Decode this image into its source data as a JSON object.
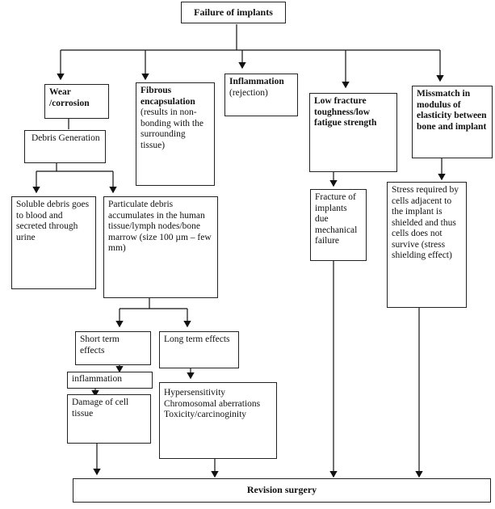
{
  "nodes": {
    "root": "Failure of implants",
    "wear": "Wear /corrosion",
    "fibrous_title": "Fibrous encapsulation",
    "fibrous_desc": "(results in non-bonding with the surrounding tissue)",
    "inflammation_title": "Inflammation",
    "inflammation_desc": "(rejection)",
    "fracture_title": "Low fracture toughness/low fatigue strength",
    "mismatch_title": "Missmatch in modulus of elasticity between bone and implant",
    "debris": "Debris Generation",
    "soluble": "Soluble debris goes to blood and secreted through urine",
    "particulate": "Particulate debris accumulates in the human tissue/lymph nodes/bone marrow (size 100 µm – few mm)",
    "fracture_result": "Fracture of implants due mechanical failure",
    "stress": "Stress required by cells adjacent to the implant is shielded  and thus cells does not survive (stress shielding effect)",
    "short_term": "Short term effects",
    "long_term": "Long term effects",
    "inflammation2": "inflammation",
    "damage": "Damage of cell tissue",
    "long_effects": "Hypersensitivity Chromosomal aberrations Toxicity/carcinoginity",
    "revision": "Revision surgery"
  }
}
